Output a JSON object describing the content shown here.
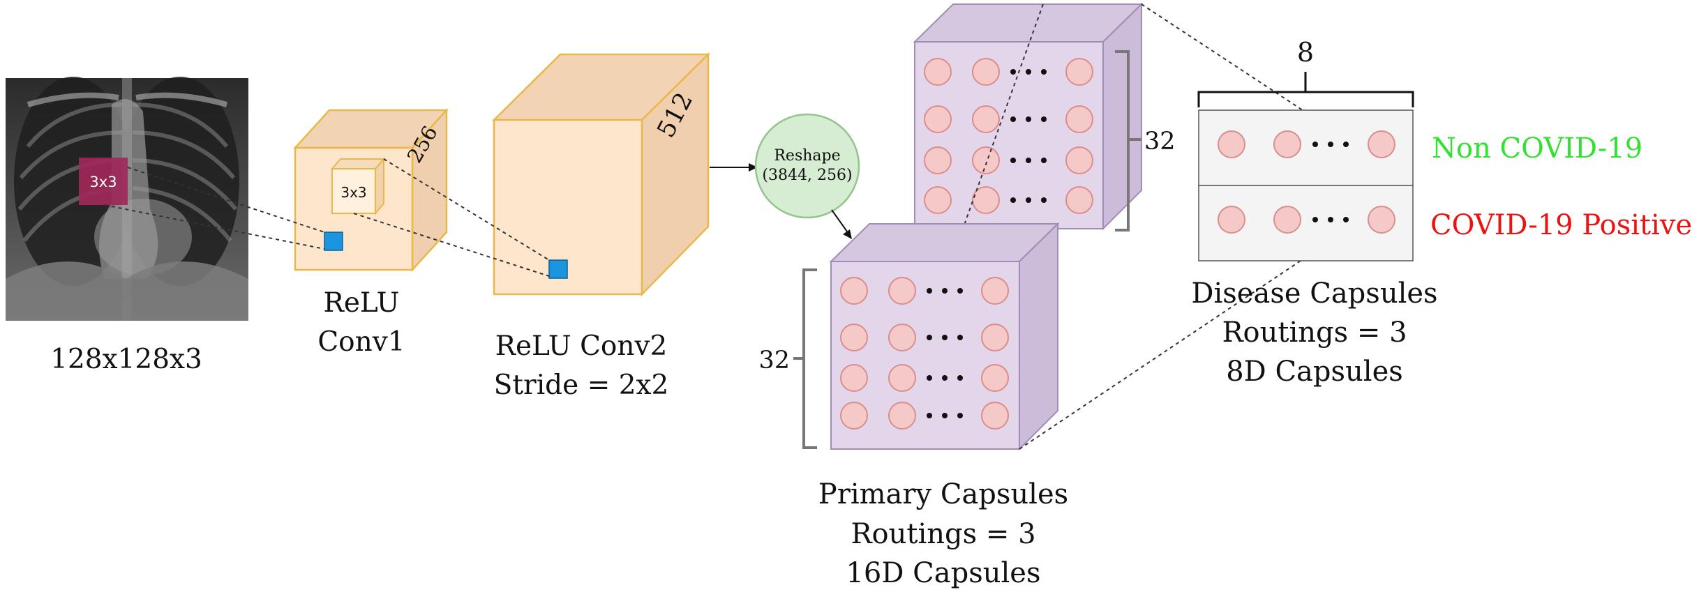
{
  "input": {
    "size_label": "128x128x3",
    "kernel_label": "3x3"
  },
  "conv1": {
    "name_line1": "ReLU",
    "name_line2": "Conv1",
    "depth": "256",
    "kernel_label": "3x3"
  },
  "conv2": {
    "name_line1": "ReLU Conv2",
    "name_line2": "Stride = 2x2",
    "depth": "512"
  },
  "reshape": {
    "line1": "Reshape",
    "line2": "(3844, 256)"
  },
  "primary_capsules": {
    "count": "32",
    "count_back": "32",
    "line1": "Primary Capsules",
    "line2": "Routings = 3",
    "line3": "16D Capsules"
  },
  "disease_capsules": {
    "dim": "8",
    "line1": "Disease Capsules",
    "line2": "Routings = 3",
    "line3": "8D Capsules",
    "class_non_covid": "Non COVID-19",
    "class_covid": "COVID-19 Positive"
  },
  "colors": {
    "conv_fill": "#fde6cc",
    "conv_top": "#f2d3b3",
    "conv_side": "#f0cfae",
    "conv_edge": "#e8b84a",
    "capsule_front": "#e3d6ea",
    "capsule_side": "#cdbcd9",
    "capsule_edge": "#a08db3",
    "circle_fill": "#f6c9c9",
    "circle_edge": "#d98d8d",
    "reshape_fill": "#d7edd3",
    "reshape_edge": "#93c48b",
    "kernel_patch": "#a0285a",
    "pixel_blue": "#1b95dd",
    "non_covid_text": "#33e033",
    "covid_text": "#ee1111"
  }
}
